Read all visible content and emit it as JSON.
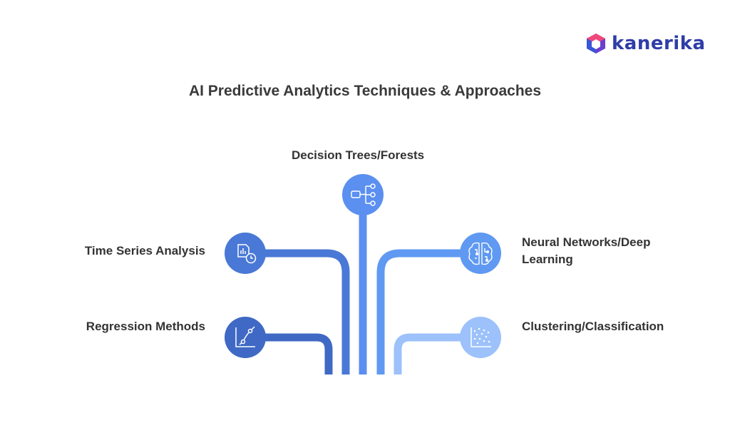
{
  "brand": {
    "name": "kanerika"
  },
  "title": "AI Predictive Analytics Techniques & Approaches",
  "nodes": [
    {
      "id": "decision-trees",
      "label": "Decision Trees/Forests",
      "icon": "decision-tree-icon",
      "color": "#5b8ff0"
    },
    {
      "id": "time-series",
      "label": "Time Series Analysis",
      "icon": "time-chart-icon",
      "color": "#4a78d6"
    },
    {
      "id": "neural-networks",
      "label": "Neural Networks/Deep Learning",
      "icon": "brain-icon",
      "color": "#5f99f2"
    },
    {
      "id": "regression",
      "label": "Regression Methods",
      "icon": "regression-line-icon",
      "color": "#3f69c4"
    },
    {
      "id": "clustering",
      "label": "Clustering/Classification",
      "icon": "scatter-plot-icon",
      "color": "#9cc1fb"
    }
  ]
}
